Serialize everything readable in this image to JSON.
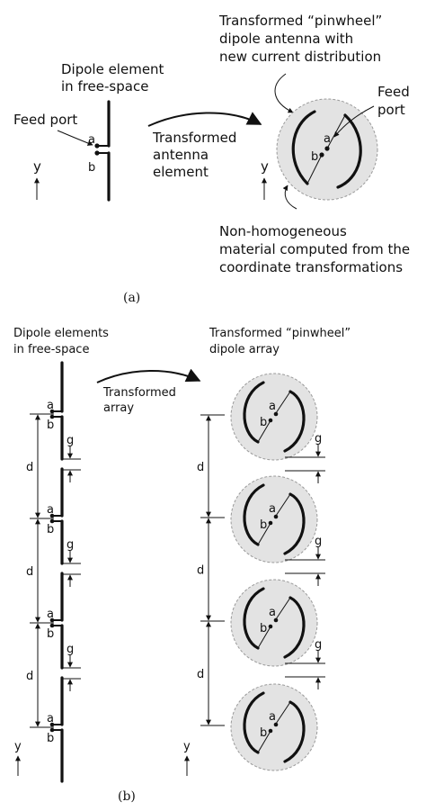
{
  "panel_a": {
    "caption": "(a)",
    "left_title": [
      "Dipole element",
      "in free-space"
    ],
    "feed_port": "Feed port",
    "arrow_label": [
      "Transformed",
      "antenna",
      "element"
    ],
    "right_title": [
      "Transformed “pinwheel”",
      "dipole antenna with",
      "new current distribution"
    ],
    "right_feed_port": [
      "Feed",
      "port"
    ],
    "material_note": [
      "Non-homogeneous",
      "material computed from the",
      "coordinate transformations"
    ],
    "terminal_a": "a",
    "terminal_b": "b",
    "axis": "y"
  },
  "panel_b": {
    "caption": "(b)",
    "left_title": [
      "Dipole elements",
      "in free-space"
    ],
    "arrow_label": [
      "Transformed",
      "array"
    ],
    "right_title": [
      "Transformed “pinwheel”",
      "dipole array"
    ],
    "spacing_label": "d",
    "gap_label": "g",
    "terminal_a": "a",
    "terminal_b": "b",
    "axis": "y"
  }
}
